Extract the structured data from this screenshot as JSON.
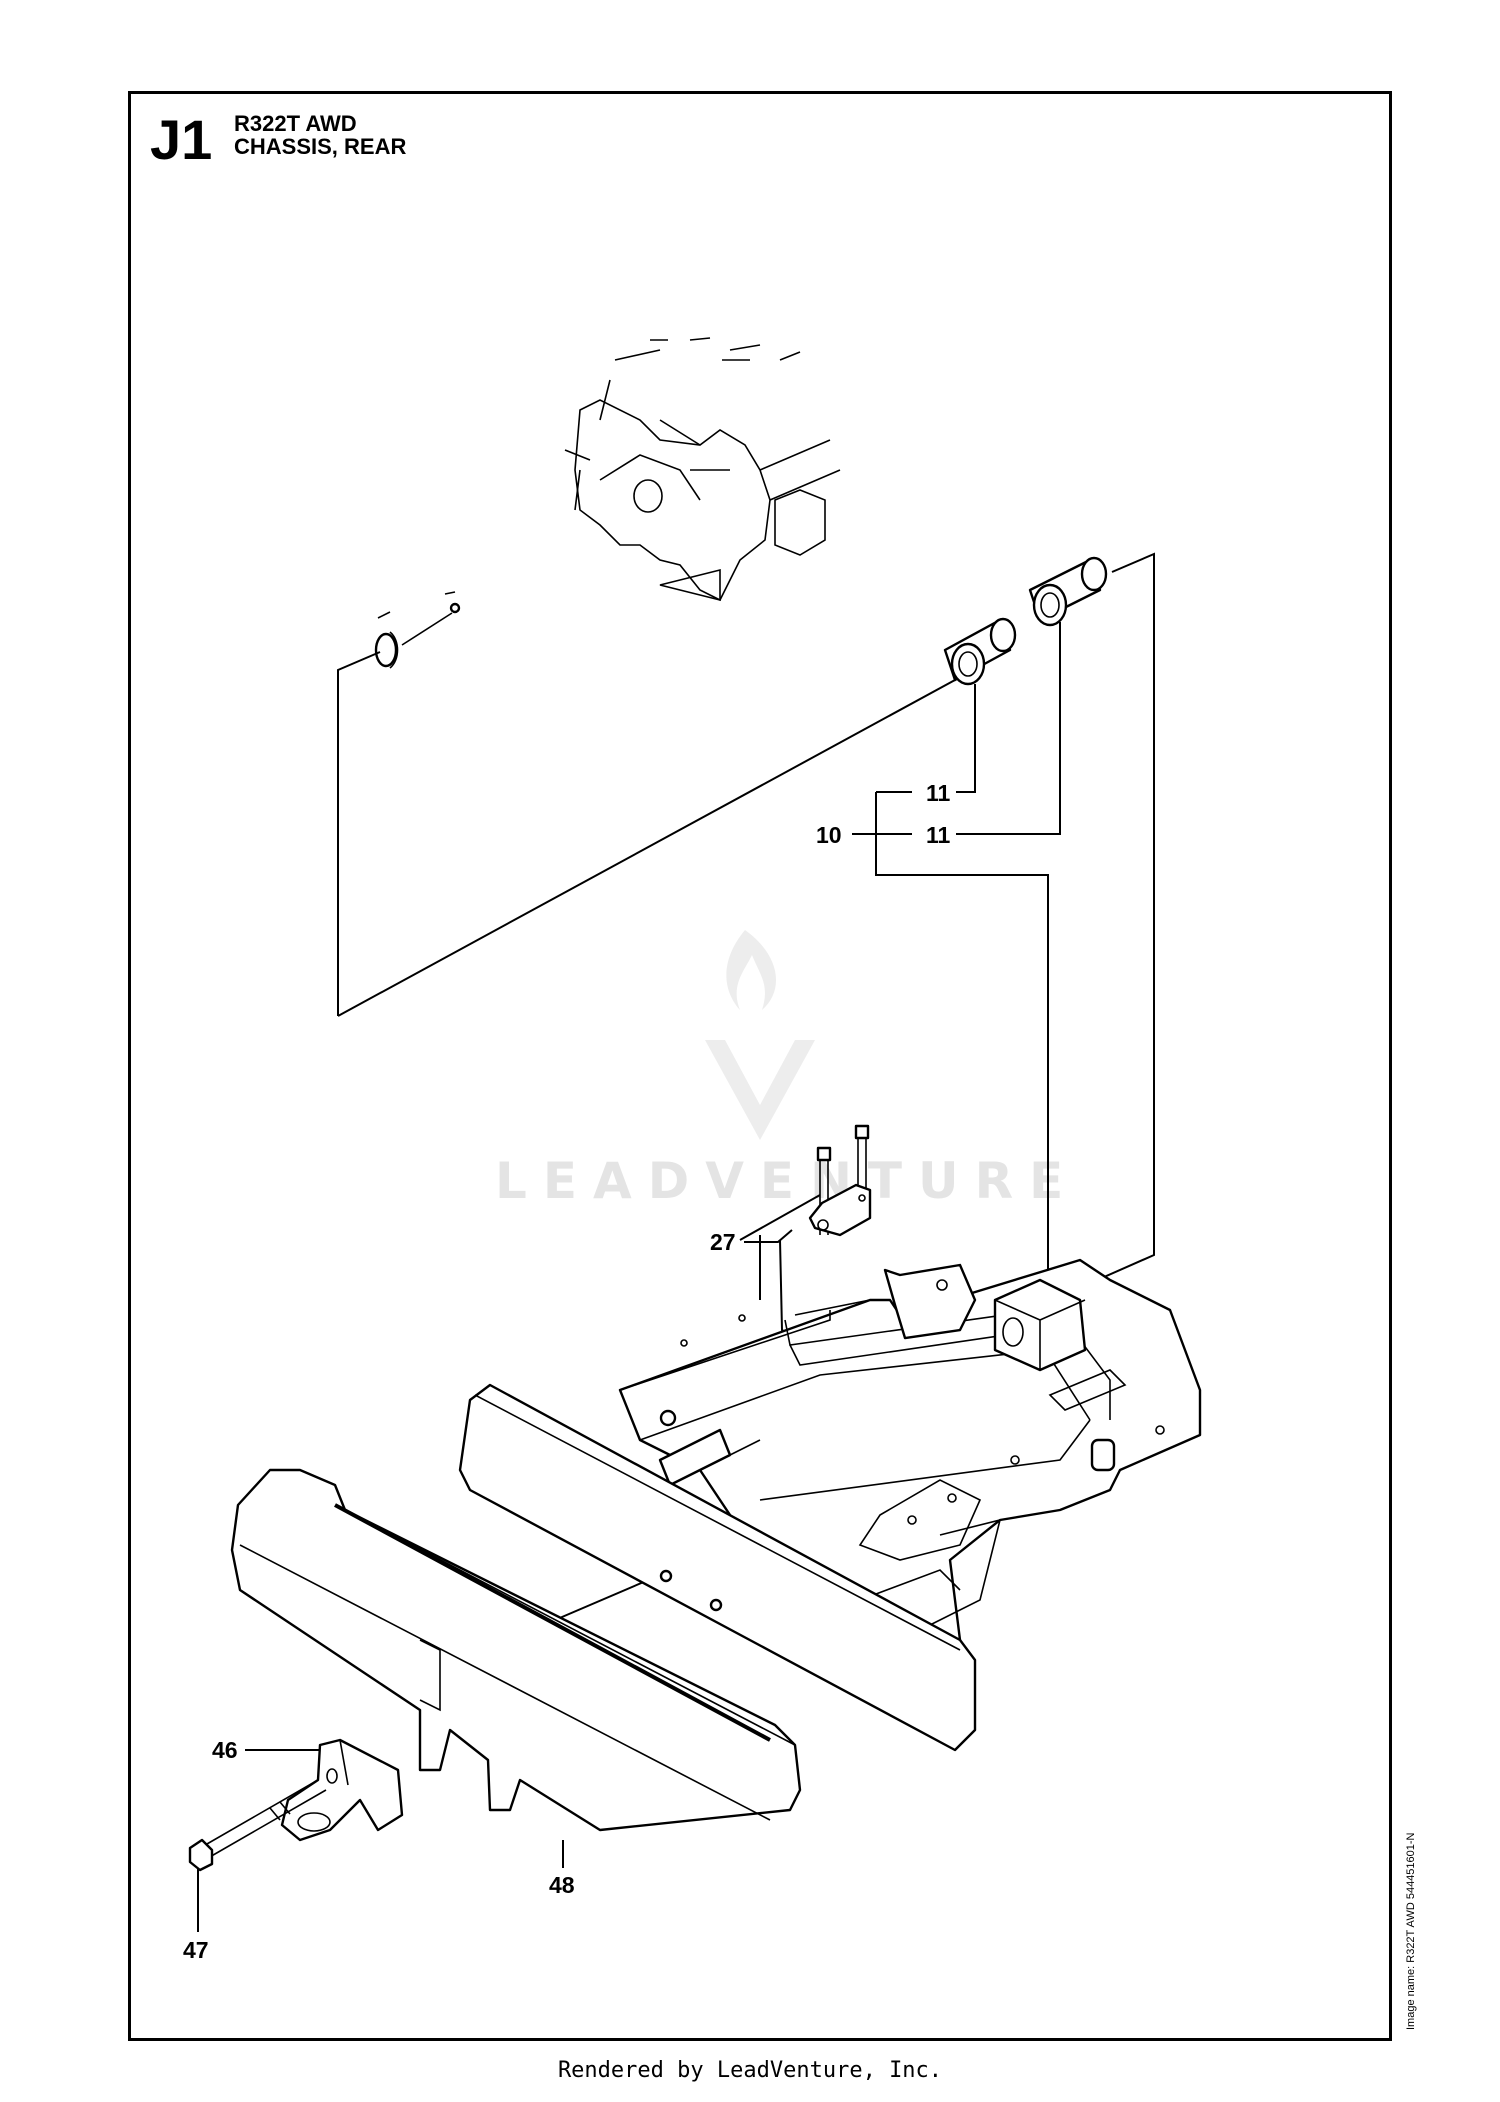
{
  "header": {
    "section_code": "J1",
    "model": "R322T AWD",
    "title": "CHASSIS, REAR"
  },
  "callouts": [
    {
      "id": "c10",
      "label": "10"
    },
    {
      "id": "c11a",
      "label": "11"
    },
    {
      "id": "c11b",
      "label": "11"
    },
    {
      "id": "c27",
      "label": "27"
    },
    {
      "id": "c46",
      "label": "46"
    },
    {
      "id": "c47",
      "label": "47"
    },
    {
      "id": "c48",
      "label": "48"
    }
  ],
  "watermark": "LEADVENTURE",
  "image_name": "Image name: R322T AWD 544451601-N",
  "footer": "Rendered by LeadVenture, Inc."
}
